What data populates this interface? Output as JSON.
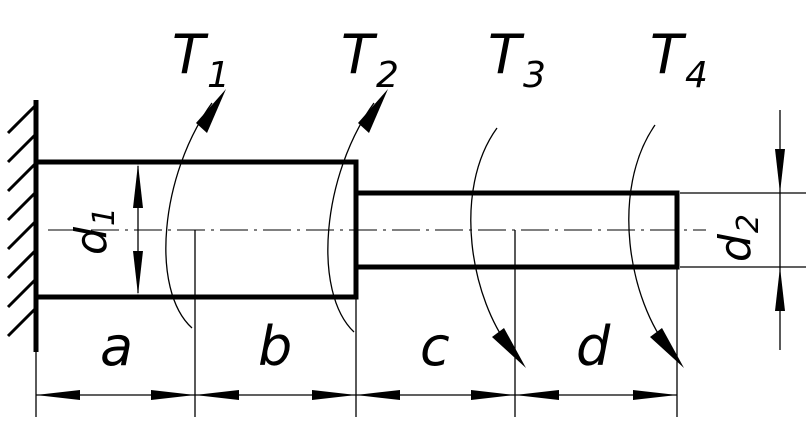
{
  "torques": [
    {
      "letter": "T",
      "sub": "1"
    },
    {
      "letter": "T",
      "sub": "2"
    },
    {
      "letter": "T",
      "sub": "3"
    },
    {
      "letter": "T",
      "sub": "4"
    }
  ],
  "diameters": [
    {
      "letter": "d",
      "sub": "1"
    },
    {
      "letter": "d",
      "sub": "2"
    }
  ],
  "lengths": [
    "a",
    "b",
    "c",
    "d"
  ]
}
